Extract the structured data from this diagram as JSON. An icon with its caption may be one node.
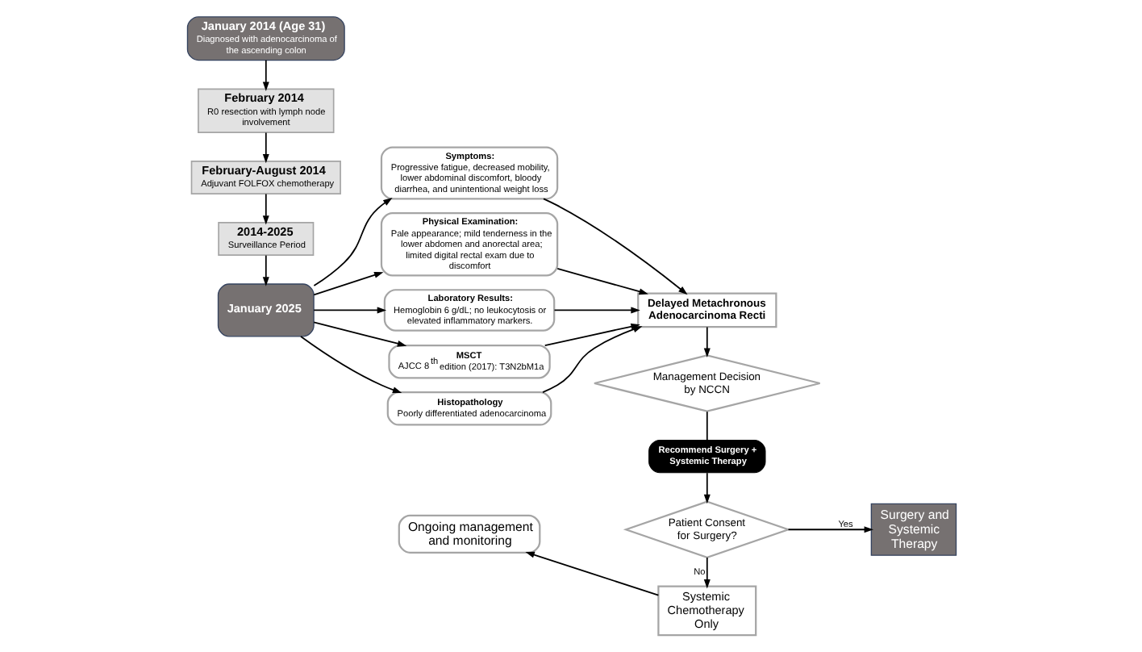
{
  "diagram": {
    "nodes": [
      {
        "text": [
          "January 2014 (Age 31)",
          "Diagnosed with adenocarcinoma of the ascending colon"
        ]
      },
      {
        "text": [
          "February 2014",
          "R0 resection with lymph node involvement"
        ]
      },
      {
        "text": [
          "February-August 2014",
          "Adjuvant FOLFOX chemotherapy"
        ]
      },
      {
        "text": [
          "2014-2025",
          "Surveillance Period"
        ]
      },
      {
        "text": [
          "January 2025"
        ]
      },
      {
        "text": [
          "Symptoms:",
          "Progressive fatigue, decreased mobility, lower abdominal discomfort, bloody diarrhea, and unintentional weight loss"
        ]
      },
      {
        "text": [
          "Physical Examination:",
          "Pale appearance; mild tenderness in the lower abdomen and anorectal area; limited digital rectal exam due to discomfort"
        ]
      },
      {
        "text": [
          "Laboratory Results:",
          "Hemoglobin 6 g/dL; no leukocytosis or elevated inflammatory markers."
        ]
      },
      {
        "text": [
          "MSCT",
          "AJCC 8$^{th}$ edition (2017): T3N2bM1a"
        ]
      },
      {
        "text": [
          "Histopathology",
          "Poorly differentiated adenocarcinoma"
        ]
      },
      {
        "text": [
          "Delayed Metachronous Adenocarcinoma Recti"
        ]
      },
      {
        "text": [
          "Management Decision by NCCN"
        ]
      },
      {
        "text": [
          "Recommend Surgery + Systemic Therapy"
        ]
      },
      {
        "text": [
          "Patient Consent for Surgery?"
        ]
      },
      {
        "text": [
          "Surgery and Systemic Therapy"
        ]
      },
      {
        "text": [
          "Systemic Chemotherapy Only"
        ]
      },
      {
        "text": [
          "Ongoing management and monitoring"
        ]
      }
    ],
    "edges": [
      {
        "from": 0,
        "to": 1,
        "arrow": "to"
      },
      {
        "from": 1,
        "to": 2,
        "arrow": "to"
      },
      {
        "from": 2,
        "to": 3,
        "arrow": "to"
      },
      {
        "from": 3,
        "to": 4,
        "arrow": "to"
      },
      {
        "from": 4,
        "to": 5,
        "arrow": "to"
      },
      {
        "from": 4,
        "to": 6,
        "arrow": "to"
      },
      {
        "from": 4,
        "to": 7,
        "arrow": "to"
      },
      {
        "from": 4,
        "to": 8,
        "arrow": "to"
      },
      {
        "from": 4,
        "to": 9,
        "arrow": "to"
      },
      {
        "from": 5,
        "to": 10,
        "arrow": "to"
      },
      {
        "from": 6,
        "to": 10,
        "arrow": "to"
      },
      {
        "from": 7,
        "to": 10,
        "arrow": "to"
      },
      {
        "from": 8,
        "to": 10,
        "arrow": "to"
      },
      {
        "from": 9,
        "to": 10,
        "arrow": "to"
      },
      {
        "from": 10,
        "to": 11,
        "arrow": "to"
      },
      {
        "from": 11,
        "to": 12,
        "arrow": "none"
      },
      {
        "from": 12,
        "to": 13,
        "arrow": "to"
      },
      {
        "from": 13,
        "to": 14,
        "label": "Yes",
        "arrow": "to"
      },
      {
        "from": 13,
        "to": 15,
        "label": "No",
        "arrow": "to"
      },
      {
        "from": 15,
        "to": 16,
        "arrow": "to"
      }
    ]
  }
}
